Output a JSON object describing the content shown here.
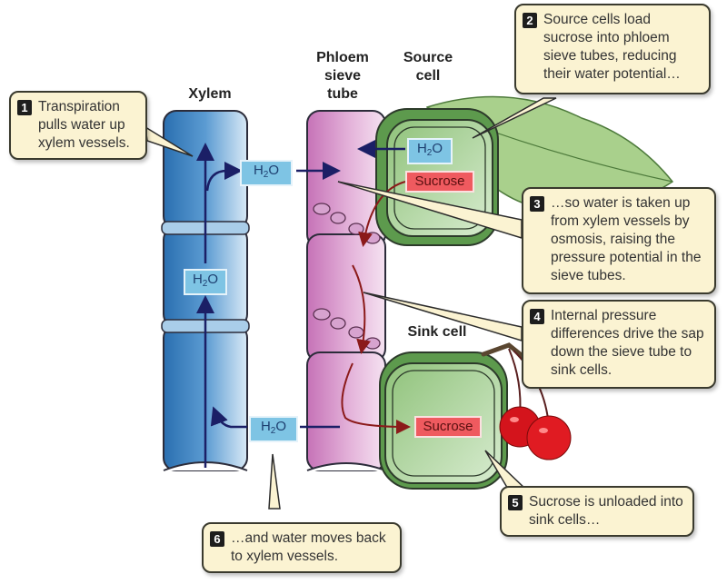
{
  "labels": {
    "xylem": "Xylem",
    "phloem": [
      "Phloem",
      "sieve",
      "tube"
    ],
    "source_cell": [
      "Source",
      "cell"
    ],
    "sink_cell": "Sink cell"
  },
  "tags": {
    "water_main": "H",
    "water_sub": "2",
    "water_tail": "O",
    "sucrose": "Sucrose"
  },
  "callouts": [
    {
      "number": "1",
      "text": "Transpiration pulls water up xylem vessels."
    },
    {
      "number": "2",
      "text": "Source cells load sucrose into phloem sieve tubes, reducing their water potential…"
    },
    {
      "number": "3",
      "text": "…so water is taken up from xylem vessels by osmosis, raising the pressure potential in the sieve tubes."
    },
    {
      "number": "4",
      "text": "Internal pressure differences drive the sap down the sieve tube to sink cells."
    },
    {
      "number": "5",
      "text": "Sucrose is unloaded into sink cells…"
    },
    {
      "number": "6",
      "text": "…and water moves back to xylem vessels."
    }
  ],
  "colors": {
    "xylem": "#3a7fc0",
    "phloem": "#d99bcf",
    "cell_green": "#8fc27a",
    "water_tag": "#7ec4e4",
    "sucrose_tag": "#ef5a5f",
    "arrow_water": "#1b1f66",
    "arrow_sucrose": "#8b1a1a",
    "callout_bg": "#fbf3d2"
  }
}
